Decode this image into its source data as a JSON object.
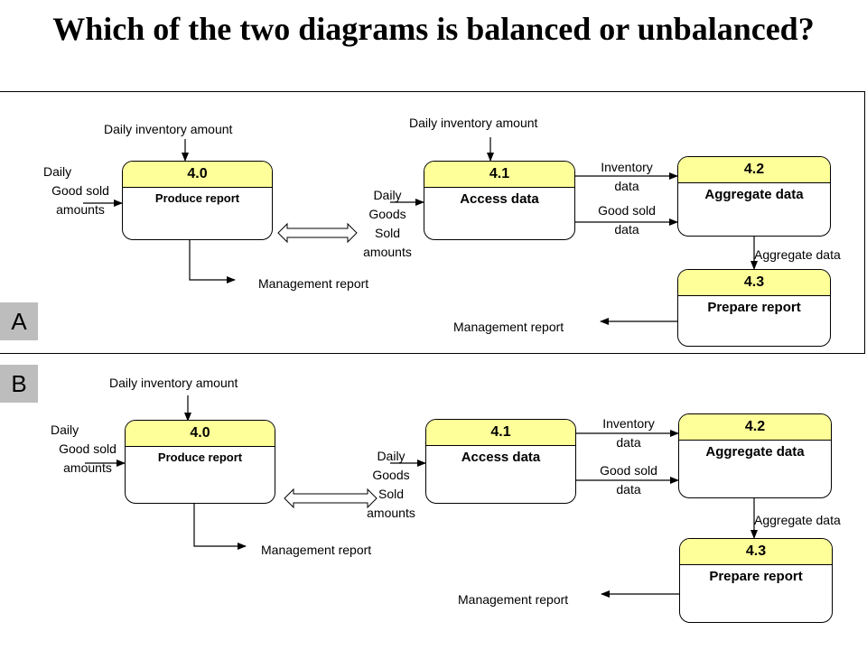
{
  "title": "Which of the two diagrams is balanced or unbalanced?",
  "panels": {
    "a": {
      "label": "A",
      "p40": {
        "num": "4.0",
        "name": "Produce report"
      },
      "p41": {
        "num": "4.1",
        "name": "Access data"
      },
      "p42": {
        "num": "4.2",
        "name": "Aggregate data"
      },
      "p43": {
        "num": "4.3",
        "name": "Prepare report"
      },
      "daily_inventory_left": "Daily inventory amount",
      "daily_good_sold": [
        "Daily",
        "Good sold",
        "amounts"
      ],
      "management_report_left": "Management report",
      "daily_inventory_mid": "Daily inventory amount",
      "daily_goods_sold": [
        "Daily",
        "Goods",
        "Sold",
        "amounts"
      ],
      "inventory_data": [
        "Inventory",
        "data"
      ],
      "good_sold_data": [
        "Good sold",
        "data"
      ],
      "aggregate_data": "Aggregate data",
      "management_report_right": "Management report"
    },
    "b": {
      "label": "B",
      "p40": {
        "num": "4.0",
        "name": "Produce report"
      },
      "p41": {
        "num": "4.1",
        "name": "Access data"
      },
      "p42": {
        "num": "4.2",
        "name": "Aggregate data"
      },
      "p43": {
        "num": "4.3",
        "name": "Prepare report"
      },
      "daily_inventory_left": "Daily inventory amount",
      "daily_good_sold": [
        "Daily",
        "Good sold",
        "amounts"
      ],
      "management_report_left": "Management report",
      "daily_goods_sold": [
        "Daily",
        "Goods",
        "Sold",
        "amounts"
      ],
      "inventory_data": [
        "Inventory",
        "data"
      ],
      "good_sold_data": [
        "Good sold",
        "data"
      ],
      "aggregate_data": "Aggregate data",
      "management_report_right": "Management report"
    }
  },
  "colors": {
    "process_header": "#ffff99",
    "panel_label_bg": "#bdbdbd"
  }
}
